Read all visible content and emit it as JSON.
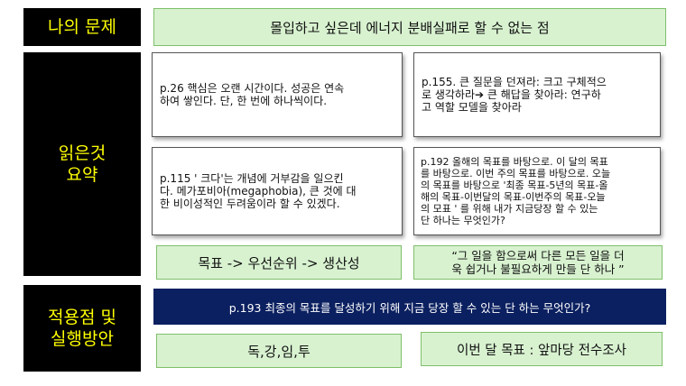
{
  "sections": {
    "problem_label": "나의 문제",
    "summary_label": [
      "읽은것",
      "요약"
    ],
    "apply_label": [
      "적용점 및",
      "실행방안"
    ]
  },
  "problem": {
    "text": "몰입하고 싶은데 에너지 분배실패로 할 수 없는 점"
  },
  "notes": [
    {
      "lines": [
        "p.26 핵심은 오랜 시간이다. 성공은 연속",
        "하여 쌓인다. 단, 한 번에 하나씩이다."
      ]
    },
    {
      "lines": [
        "p.155. 큰 질문을 던져라: 크고 구체적으",
        "로 생각하라➔ 큰 해답을 찾아라: 연구하",
        "고 역할 모델을 찾아라"
      ]
    },
    {
      "lines": [
        "p.115 ' 크다'는 개념에 거부감을 일으킨",
        "다. 메가포비아(megaphobia), 큰 것에 대",
        "한 비이성적인 두려움이라 할 수 있겠다."
      ]
    },
    {
      "lines": [
        "p.192 올해의 목표를 바탕으로. 이 달의 목표",
        "를 바탕으로. 이번 주의 목표를 바탕으로. 오늘",
        "의 목표를 바탕으로 '최종 목표-5년의 목표-올",
        "해의 목표-이번달의 목표-이번주의 목표-오늘",
        "의 모표 ' 를 위해 내가 지금당장 할 수 있는",
        "단 하나는 무엇인가?"
      ]
    }
  ],
  "summary": {
    "flow": "목표 -> 우선순위 -> 생산성",
    "quote": [
      "“그 일을 함으로써 다른 모든 일을 더",
      "욱 쉽거나 불필요하게 만들 단 하나 ”"
    ]
  },
  "apply": {
    "question": "p.193 최종의 목표를 달성하기 위해 지금 당장 할 수 있는 단 하는 무엇인가?",
    "habits": "독,강,임,투",
    "monthly_goal": "이번 달 목표 : 앞마당 전수조사"
  },
  "colors": {
    "label_bg": "#000000",
    "label_text": "#ffff00",
    "green_bg": "#d8f2d0",
    "navy_bg": "#0b2060"
  }
}
